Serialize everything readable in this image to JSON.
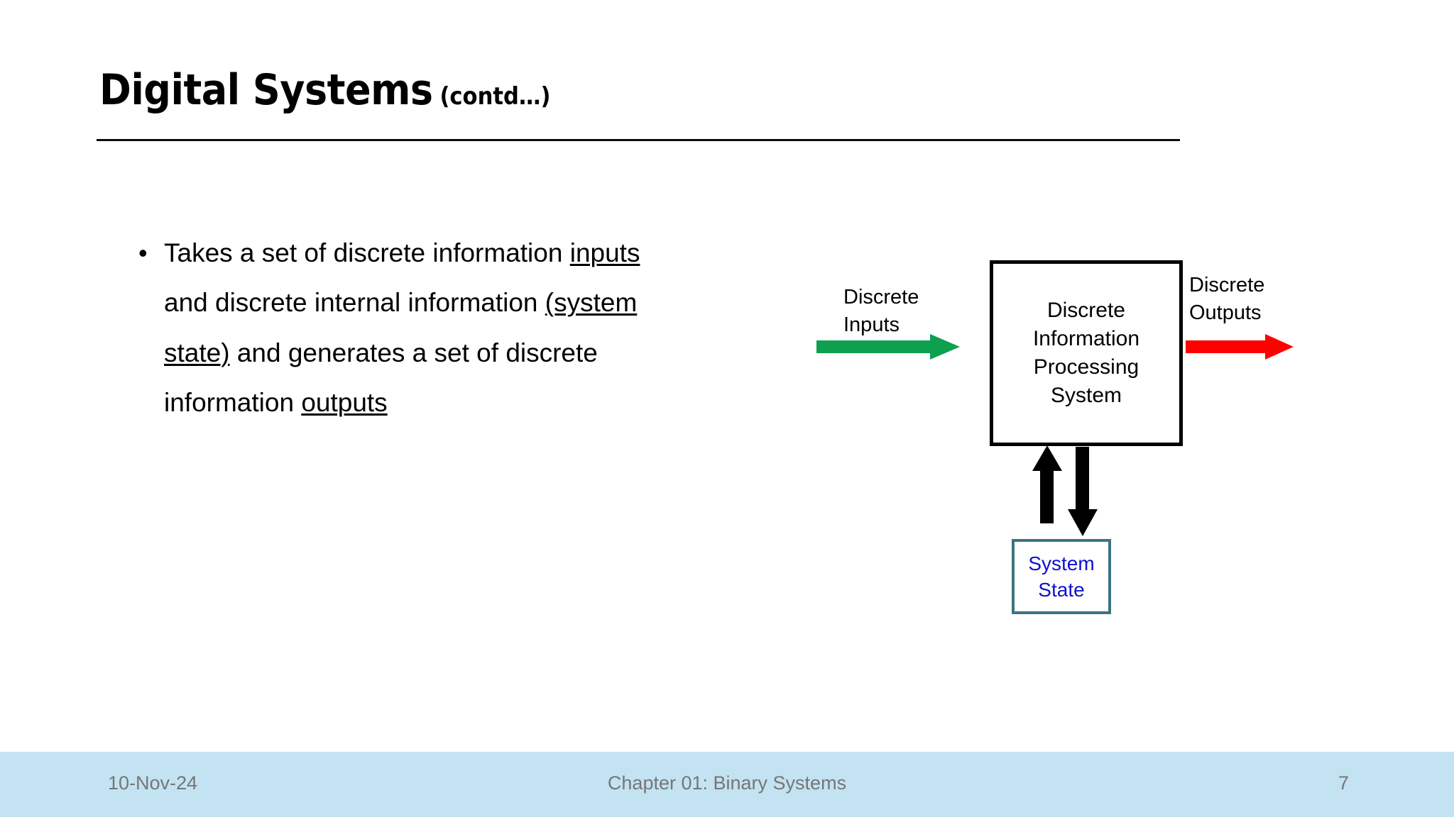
{
  "slide": {
    "title_main": "Digital Systems",
    "title_suffix": "(contd…)"
  },
  "body": {
    "bullet_marker": "•",
    "segments": [
      {
        "text": "Takes a set of discrete information ",
        "underline": false
      },
      {
        "text": "inputs",
        "underline": true
      },
      {
        "text": " and discrete internal information ",
        "underline": false
      },
      {
        "text": "(system state)",
        "underline": true
      },
      {
        "text": " and generates a set of discrete information ",
        "underline": false
      },
      {
        "text": "outputs",
        "underline": true
      }
    ],
    "full_text": "Takes a set of discrete information inputs and discrete internal information (system state) and generates a set of discrete information outputs"
  },
  "diagram": {
    "input_label_line1": "Discrete",
    "input_label_line2": "Inputs",
    "output_label_line1": "Discrete",
    "output_label_line2": "Outputs",
    "process_box_line1": "Discrete",
    "process_box_line2": "Information",
    "process_box_line3": "Processing",
    "process_box_line4": "System",
    "state_box_line1": "System",
    "state_box_line2": "State",
    "colors": {
      "input_arrow": "#0CA04F",
      "output_arrow": "#FE0000",
      "state_arrows": "#000000",
      "process_box_border": "#000000",
      "state_box_border": "#3C7382",
      "state_box_text": "#1010CC"
    }
  },
  "footer": {
    "date": "10-Nov-24",
    "center": "Chapter 01: Binary Systems",
    "page": "7",
    "background": "#C3E3F2",
    "text_color": "#767676"
  }
}
